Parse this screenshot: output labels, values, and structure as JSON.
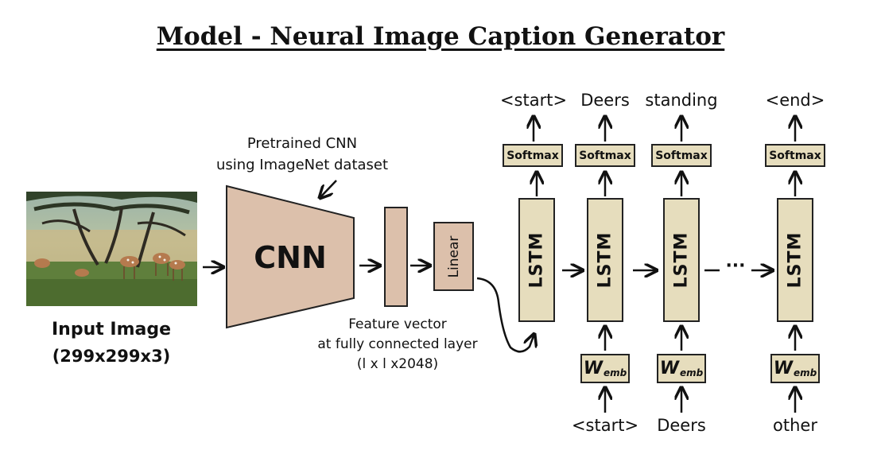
{
  "title": "Model - Neural Image Caption Generator",
  "input_image": {
    "label": "Input Image",
    "size": "(299x299x3)"
  },
  "cnn": {
    "label": "CNN",
    "annotation_line1": "Pretrained CNN",
    "annotation_line2": "using ImageNet dataset"
  },
  "feature": {
    "line1": "Feature vector",
    "line2": "at fully connected layer",
    "line3": "(l x l x2048)"
  },
  "linear": {
    "label": "Linear"
  },
  "lstm_label": "LSTM",
  "softmax_label": "Softmax",
  "wemb": {
    "main": "W",
    "sub": "emb"
  },
  "ellipsis": "···",
  "outputs": [
    "<start>",
    "Deers",
    "standing",
    "<end>"
  ],
  "inputs": [
    "<start>",
    "Deers",
    "other"
  ],
  "colors": {
    "cnn_fill": "#dcc0ab",
    "lstm_fill": "#e6ddbd"
  }
}
